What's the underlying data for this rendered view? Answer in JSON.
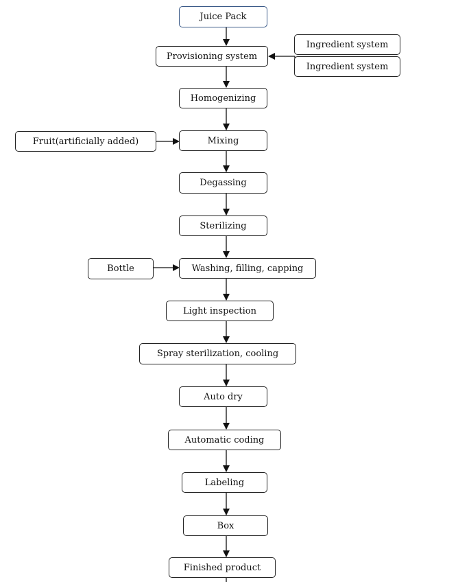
{
  "flowchart": {
    "steps": [
      "Juice Pack",
      "Provisioning system",
      "Homogenizing",
      "Mixing",
      "Degassing",
      "Sterilizing",
      "Washing, filling, capping",
      "Light inspection",
      "Spray sterilization, cooling",
      "Auto dry",
      "Automatic coding",
      "Labeling",
      "Box",
      "Finished product"
    ],
    "inputs": {
      "ingredient_1": "Ingredient system",
      "ingredient_2": "Ingredient system",
      "fruit": "Fruit(artificially added)",
      "bottle": "Bottle"
    }
  }
}
